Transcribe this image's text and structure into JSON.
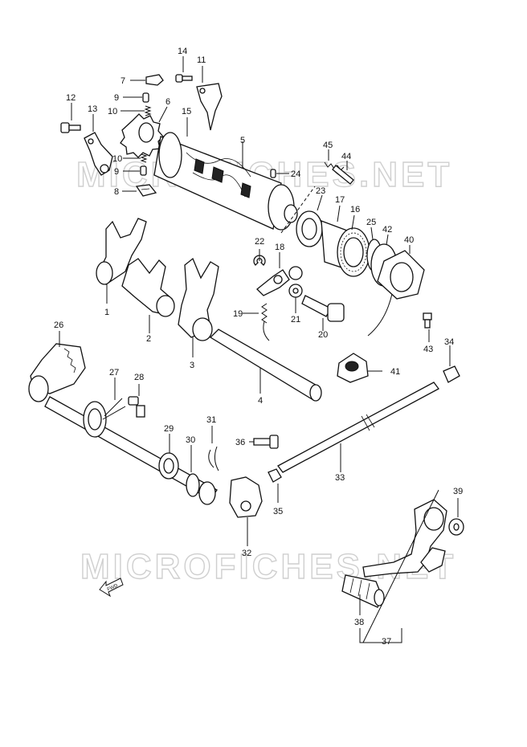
{
  "watermarks": [
    "MICROFICHES.NET",
    "MICROFICHES.NET"
  ],
  "fwd_label": "FWD",
  "parts": [
    {
      "id": "p1",
      "label": "1"
    },
    {
      "id": "p2",
      "label": "2"
    },
    {
      "id": "p3",
      "label": "3"
    },
    {
      "id": "p4",
      "label": "4"
    },
    {
      "id": "p5",
      "label": "5"
    },
    {
      "id": "p6",
      "label": "6"
    },
    {
      "id": "p7",
      "label": "7"
    },
    {
      "id": "p8",
      "label": "8"
    },
    {
      "id": "p9a",
      "label": "9"
    },
    {
      "id": "p9b",
      "label": "9"
    },
    {
      "id": "p10a",
      "label": "10"
    },
    {
      "id": "p10b",
      "label": "10"
    },
    {
      "id": "p11",
      "label": "11"
    },
    {
      "id": "p12",
      "label": "12"
    },
    {
      "id": "p13",
      "label": "13"
    },
    {
      "id": "p14",
      "label": "14"
    },
    {
      "id": "p15",
      "label": "15"
    },
    {
      "id": "p16",
      "label": "16"
    },
    {
      "id": "p17",
      "label": "17"
    },
    {
      "id": "p18",
      "label": "18"
    },
    {
      "id": "p19",
      "label": "19"
    },
    {
      "id": "p20",
      "label": "20"
    },
    {
      "id": "p21",
      "label": "21"
    },
    {
      "id": "p22",
      "label": "22"
    },
    {
      "id": "p23",
      "label": "23"
    },
    {
      "id": "p24",
      "label": "24"
    },
    {
      "id": "p25",
      "label": "25"
    },
    {
      "id": "p26",
      "label": "26"
    },
    {
      "id": "p27",
      "label": "27"
    },
    {
      "id": "p28",
      "label": "28"
    },
    {
      "id": "p29",
      "label": "29"
    },
    {
      "id": "p30",
      "label": "30"
    },
    {
      "id": "p31",
      "label": "31"
    },
    {
      "id": "p32",
      "label": "32"
    },
    {
      "id": "p33",
      "label": "33"
    },
    {
      "id": "p34",
      "label": "34"
    },
    {
      "id": "p35",
      "label": "35"
    },
    {
      "id": "p36",
      "label": "36"
    },
    {
      "id": "p37",
      "label": "37"
    },
    {
      "id": "p38",
      "label": "38"
    },
    {
      "id": "p39",
      "label": "39"
    },
    {
      "id": "p40",
      "label": "40"
    },
    {
      "id": "p41",
      "label": "41"
    },
    {
      "id": "p42",
      "label": "42"
    },
    {
      "id": "p43",
      "label": "43"
    },
    {
      "id": "p44",
      "label": "44"
    },
    {
      "id": "p45",
      "label": "45"
    }
  ]
}
